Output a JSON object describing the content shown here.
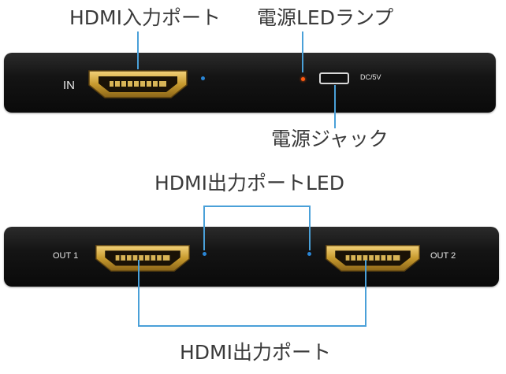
{
  "top_device": {
    "in_label": "IN",
    "dc_label": "DC/5V",
    "port_callout": "HDMI入力ポート",
    "power_led_callout": "電源LEDランプ",
    "power_jack_callout": "電源ジャック"
  },
  "bottom_device": {
    "out1_label": "OUT 1",
    "out2_label": "OUT 2",
    "led_callout": "HDMI出力ポートLED",
    "port_callout": "HDMI出力ポート"
  },
  "colors": {
    "callout_line": "#4aa0d8",
    "led_power": "#ff5a10",
    "led_status": "#2a86d6",
    "hdmi_gold": "#c79a2e"
  },
  "icons": [
    "hdmi-port-icon",
    "micro-usb-port-icon",
    "led-indicator-icon"
  ]
}
